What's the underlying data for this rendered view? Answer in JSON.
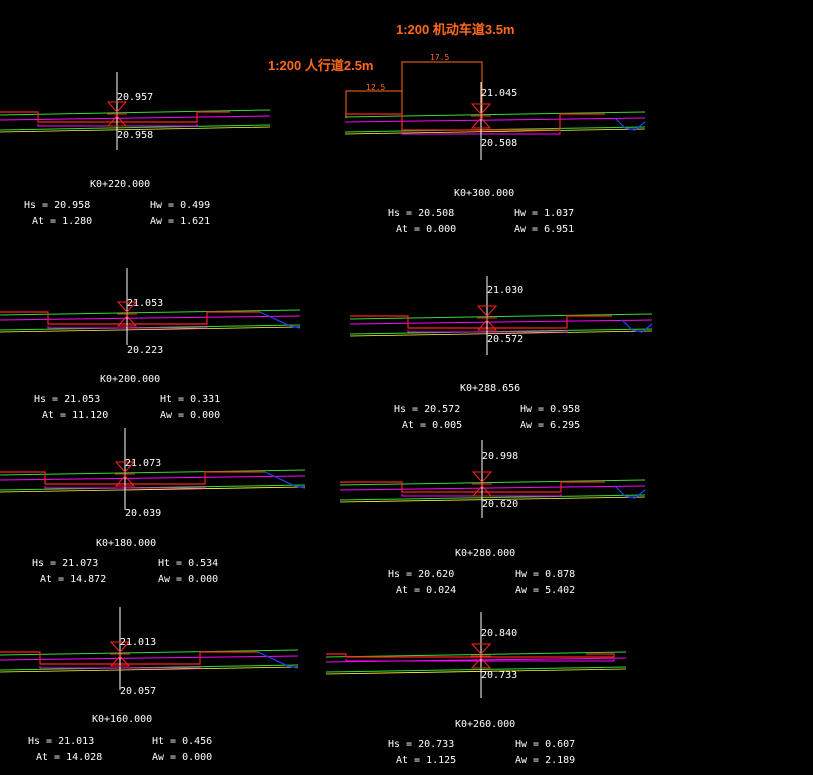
{
  "titles": {
    "main": "1:200  机动车道3.5m",
    "sub": "1:200   人行道2.5m",
    "dim_wide": "17.5",
    "dim_small": "12.5"
  },
  "colors": {
    "background": "#000000",
    "title": "#ff6a1a",
    "design": "#ff2020",
    "ground": "#ff00ff",
    "green": "#33dd33",
    "yellow": "#ffff33",
    "blue": "#2244ff",
    "text": "#ffffff"
  },
  "sections": [
    {
      "station": "K0+220.000",
      "top_elev": "20.957",
      "bottom_elev": "20.958",
      "row1": {
        "l_key": "Hs",
        "l_val": "20.958",
        "r_key": "Hw",
        "r_val": "0.499"
      },
      "row2": {
        "l_key": "At",
        "l_val": "1.280",
        "r_key": "Aw",
        "r_val": "1.621"
      }
    },
    {
      "station": "K0+200.000",
      "top_elev": "21.053",
      "bottom_elev": "20.223",
      "row1": {
        "l_key": "Hs",
        "l_val": "21.053",
        "r_key": "Ht",
        "r_val": "0.331"
      },
      "row2": {
        "l_key": "At",
        "l_val": "11.120",
        "r_key": "Aw",
        "r_val": "0.000"
      }
    },
    {
      "station": "K0+180.000",
      "top_elev": "21.073",
      "bottom_elev": "20.039",
      "row1": {
        "l_key": "Hs",
        "l_val": "21.073",
        "r_key": "Ht",
        "r_val": "0.534"
      },
      "row2": {
        "l_key": "At",
        "l_val": "14.872",
        "r_key": "Aw",
        "r_val": "0.000"
      }
    },
    {
      "station": "K0+160.000",
      "top_elev": "21.013",
      "bottom_elev": "20.057",
      "row1": {
        "l_key": "Hs",
        "l_val": "21.013",
        "r_key": "Ht",
        "r_val": "0.456"
      },
      "row2": {
        "l_key": "At",
        "l_val": "14.028",
        "r_key": "Aw",
        "r_val": "0.000"
      }
    },
    {
      "station": "K0+300.000",
      "top_elev": "21.045",
      "bottom_elev": "20.508",
      "row1": {
        "l_key": "Hs",
        "l_val": "20.508",
        "r_key": "Hw",
        "r_val": "1.037"
      },
      "row2": {
        "l_key": "At",
        "l_val": "0.000",
        "r_key": "Aw",
        "r_val": "6.951"
      }
    },
    {
      "station": "K0+288.656",
      "top_elev": "21.030",
      "bottom_elev": "20.572",
      "row1": {
        "l_key": "Hs",
        "l_val": "20.572",
        "r_key": "Hw",
        "r_val": "0.958"
      },
      "row2": {
        "l_key": "At",
        "l_val": "0.005",
        "r_key": "Aw",
        "r_val": "6.295"
      }
    },
    {
      "station": "K0+280.000",
      "top_elev": "20.998",
      "bottom_elev": "20.620",
      "row1": {
        "l_key": "Hs",
        "l_val": "20.620",
        "r_key": "Hw",
        "r_val": "0.878"
      },
      "row2": {
        "l_key": "At",
        "l_val": "0.024",
        "r_key": "Aw",
        "r_val": "5.402"
      }
    },
    {
      "station": "K0+260.000",
      "top_elev": "20.840",
      "bottom_elev": "20.733",
      "row1": {
        "l_key": "Hs",
        "l_val": "20.733",
        "r_key": "Hw",
        "r_val": "0.607"
      },
      "row2": {
        "l_key": "At",
        "l_val": "1.125",
        "r_key": "Aw",
        "r_val": "2.189"
      }
    }
  ]
}
